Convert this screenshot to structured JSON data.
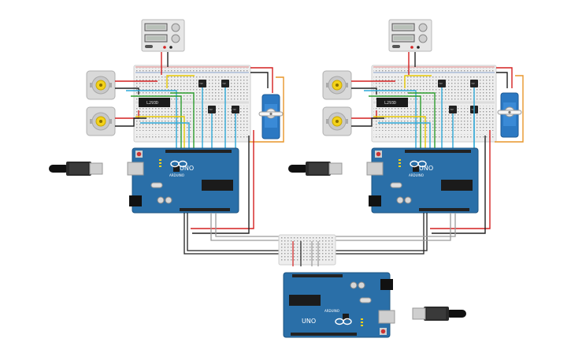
{
  "circuit": {
    "left_station": {
      "driver_chip_label": "L293D",
      "arduino": {
        "model_label": "UNO",
        "brand_label": "ARDUINO"
      }
    },
    "right_station": {
      "driver_chip_label": "L293D",
      "arduino": {
        "model_label": "UNO",
        "brand_label": "ARDUINO"
      }
    },
    "bottom_arduino": {
      "model_label": "UNO",
      "brand_label": "ARDUINO"
    },
    "colors": {
      "board": "#2a6fa8",
      "board_dark": "#1d5482",
      "wire_red": "#d42020",
      "wire_black": "#222222",
      "wire_yellow": "#e8c800",
      "wire_green": "#2e9e2e",
      "wire_blue": "#2da8d8",
      "wire_orange": "#e8962a",
      "wire_gray": "#9a9a9a",
      "servo": "#2b78c2",
      "motor": "#d9d9d9",
      "breadboard": "#eeeeee"
    }
  }
}
